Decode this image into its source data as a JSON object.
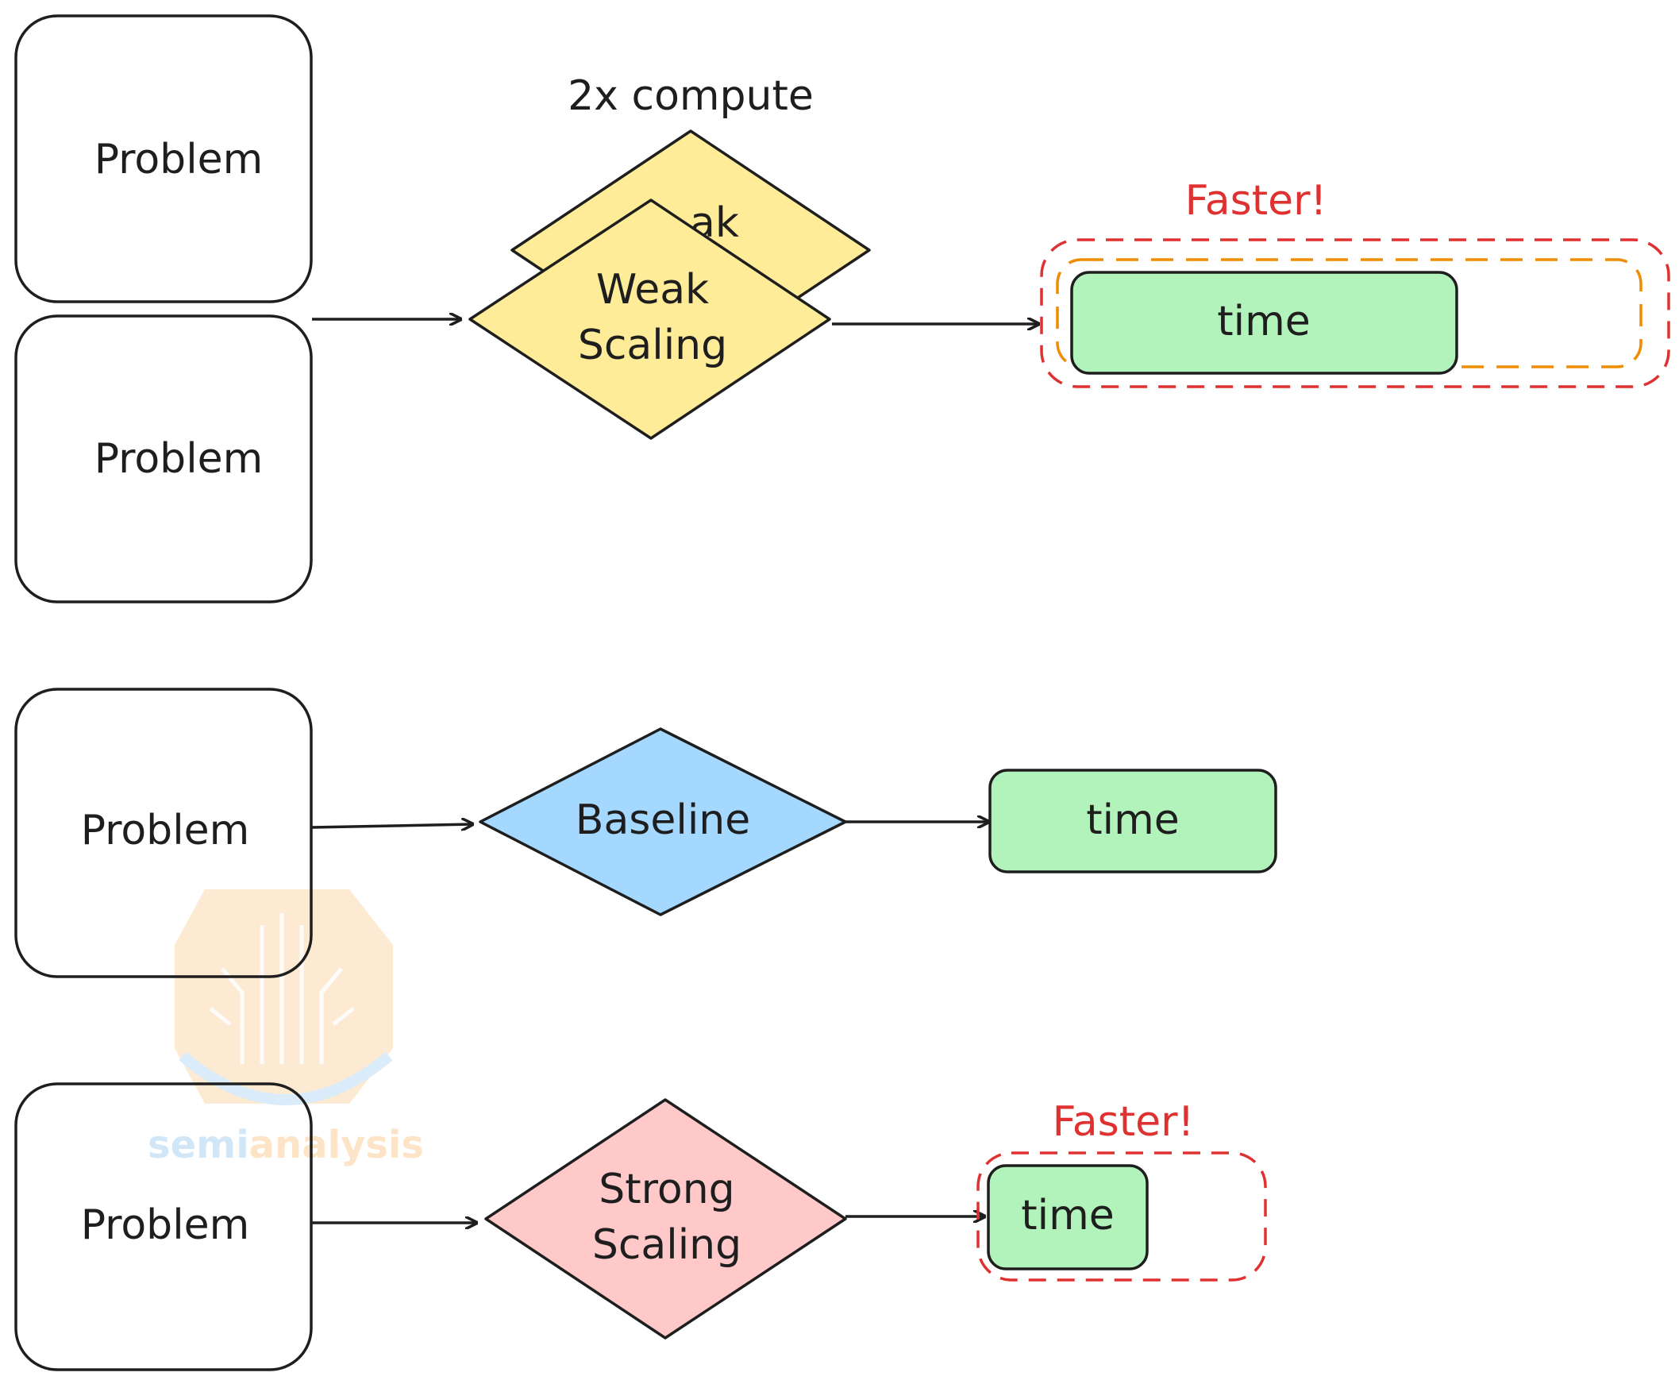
{
  "diagram": {
    "weak_section": {
      "problem_labels": [
        "Problem",
        "Problem"
      ],
      "compute_annotation": "2x compute",
      "back_diamond_partial_label": "ak",
      "diamond_label_lines": [
        "Weak",
        "Scaling"
      ],
      "result_label": "time",
      "faster_label": "Faster!"
    },
    "baseline_section": {
      "problem_label": "Problem",
      "diamond_label": "Baseline",
      "result_label": "time"
    },
    "strong_section": {
      "problem_label": "Problem",
      "diamond_label_lines": [
        "Strong",
        "Scaling"
      ],
      "result_label": "time",
      "faster_label": "Faster!"
    },
    "watermark": {
      "text_part1": "semi",
      "text_part2": "analysis"
    }
  },
  "colors": {
    "stroke": "#1e1e1e",
    "weak_fill": "#ffec99",
    "baseline_fill": "#a5d8ff",
    "strong_fill": "#ffc9c9",
    "time_fill": "#b2f2bb",
    "faster_red": "#e03131",
    "dashed_orange": "#f08c00",
    "watermark_orange": "#fde3c4",
    "watermark_blue": "#cfe6f8"
  }
}
